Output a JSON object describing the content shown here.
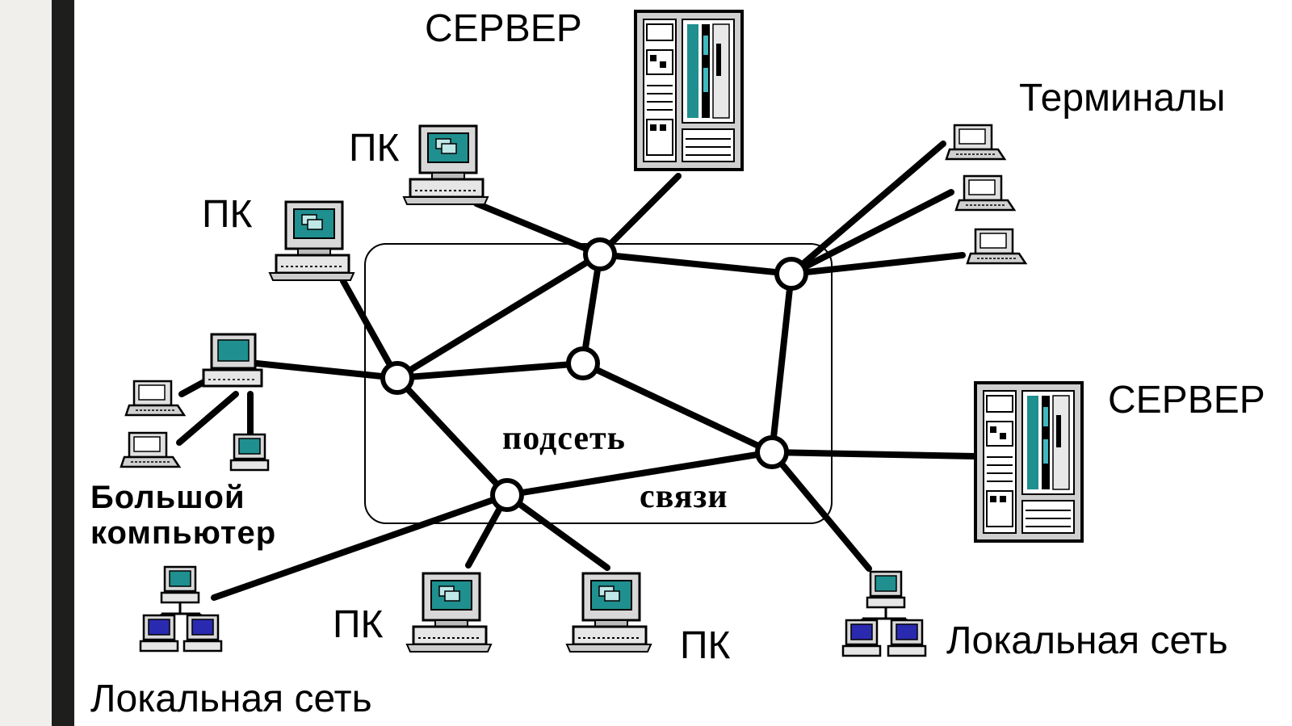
{
  "labels": {
    "server_top": "СЕРВЕР",
    "server_right": "СЕРВЕР",
    "terminals": "Терминалы",
    "pc_top": "ПК",
    "pc_left": "ПК",
    "pc_bottom_left": "ПК",
    "pc_bottom_right": "ПК",
    "mainframe_line1": "Большой",
    "mainframe_line2": "компьютер",
    "lan_left": "Локальная сеть",
    "lan_right": "Локальная сеть",
    "subnet_line1": "подсеть",
    "subnet_line2": "связи"
  },
  "colors": {
    "ink": "#000000",
    "screen": "#1f8f8f",
    "lan_screen": "#2a2ab0",
    "device_body": "#e6e6e6",
    "left_bar": "#1e1e1c"
  }
}
